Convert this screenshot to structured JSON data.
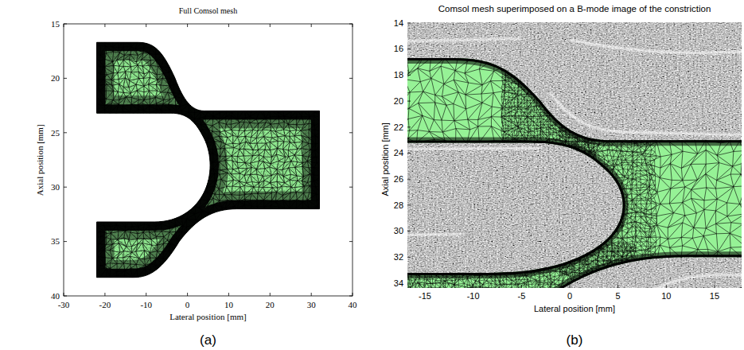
{
  "diagram": {
    "labels": [
      "Full Comsol mesh",
      "15",
      "20",
      "25",
      "30",
      "35",
      "40",
      "-30",
      "-20",
      "-10",
      "0",
      "10",
      "20",
      "30",
      "40",
      "Axial position [mm]",
      "Lateral position [mm]",
      "(a)",
      "Comsol mesh superimposed on a B-mode image of the constriction",
      "14",
      "16",
      "18",
      "20",
      "22",
      "24",
      "26",
      "28",
      "30",
      "32",
      "34",
      "-15",
      "-10",
      "-5",
      "0",
      "5",
      "10",
      "15",
      "Axial position [mm]",
      "Lateral position [mm]",
      "(b)"
    ]
  }
}
